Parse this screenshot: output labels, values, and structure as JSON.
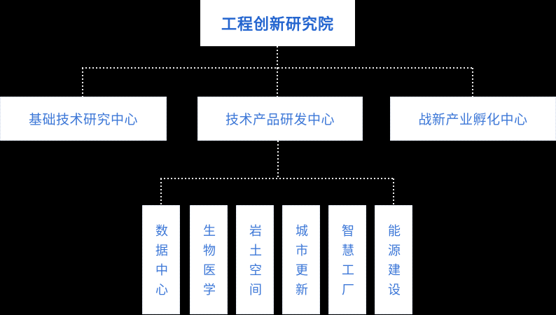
{
  "colors": {
    "background": "#000000",
    "node_fill": "#ffffff",
    "node_border_dotted": "#ccd6e8",
    "connector_dotted": "#ececec",
    "root_text": "#2465cf",
    "node_text": "#3c77d7"
  },
  "org": {
    "root": {
      "label": "工程创新研究院"
    },
    "level2": [
      {
        "label": "基础技术研究中心"
      },
      {
        "label": "技术产品研发中心"
      },
      {
        "label": "战新产业孵化中心"
      }
    ],
    "level3": [
      {
        "label": "数据中心"
      },
      {
        "label": "生物医学"
      },
      {
        "label": "岩土空间"
      },
      {
        "label": "城市更新"
      },
      {
        "label": "智慧工厂"
      },
      {
        "label": "能源建设"
      }
    ]
  }
}
